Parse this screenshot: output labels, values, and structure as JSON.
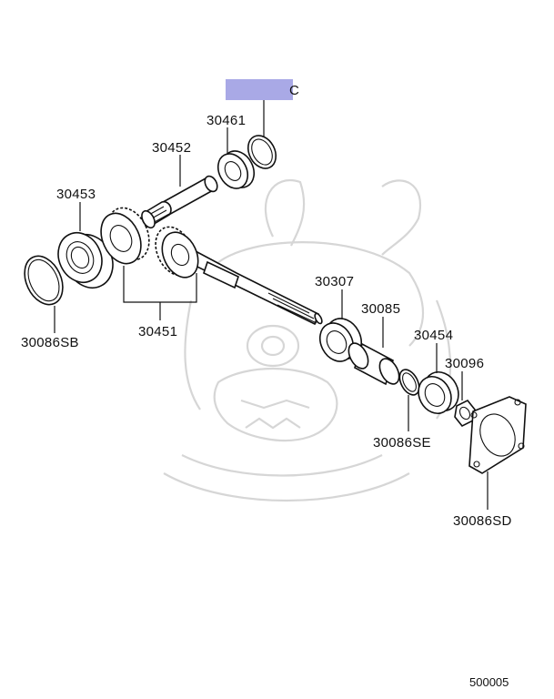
{
  "parts": [
    {
      "id": "p30461",
      "number": "30461"
    },
    {
      "id": "p30452",
      "number": "30452"
    },
    {
      "id": "p30453",
      "number": "30453"
    },
    {
      "id": "p30086sb",
      "number": "30086SB"
    },
    {
      "id": "p30451",
      "number": "30451"
    },
    {
      "id": "p30307",
      "number": "30307"
    },
    {
      "id": "p30085",
      "number": "30085"
    },
    {
      "id": "p30454",
      "number": "30454"
    },
    {
      "id": "p30096",
      "number": "30096"
    },
    {
      "id": "p30086se",
      "number": "30086SE"
    },
    {
      "id": "p30086sd",
      "number": "30086SD"
    }
  ],
  "highlight": {
    "partial_text": "C",
    "color": "#a9a9e6"
  },
  "reference": "500005",
  "icons": {
    "watermark": "samurai-helmet-watermark-icon"
  }
}
